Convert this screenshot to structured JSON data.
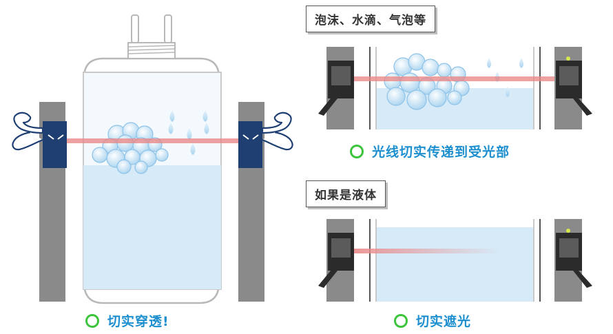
{
  "panels": {
    "foam": {
      "title": "泡沫、水滴、气泡等",
      "result": "光线切实传递到受光部"
    },
    "liquid": {
      "title": "如果是液体",
      "result": "切实遮光"
    }
  },
  "main": {
    "result": "切实穿透!"
  },
  "colors": {
    "beam": "#e98a8a",
    "water": "#d6eaf7",
    "sensor_pillar": "#8a8a8a",
    "sensor_head": "#1f3f73",
    "check_ring": "#3cc43c",
    "caption_text": "#1d8fcf"
  },
  "icons": [
    "flexing-arm-icon",
    "check-circle-icon",
    "photoelectric-sensor-icon",
    "bubble-icon",
    "droplet-icon"
  ]
}
